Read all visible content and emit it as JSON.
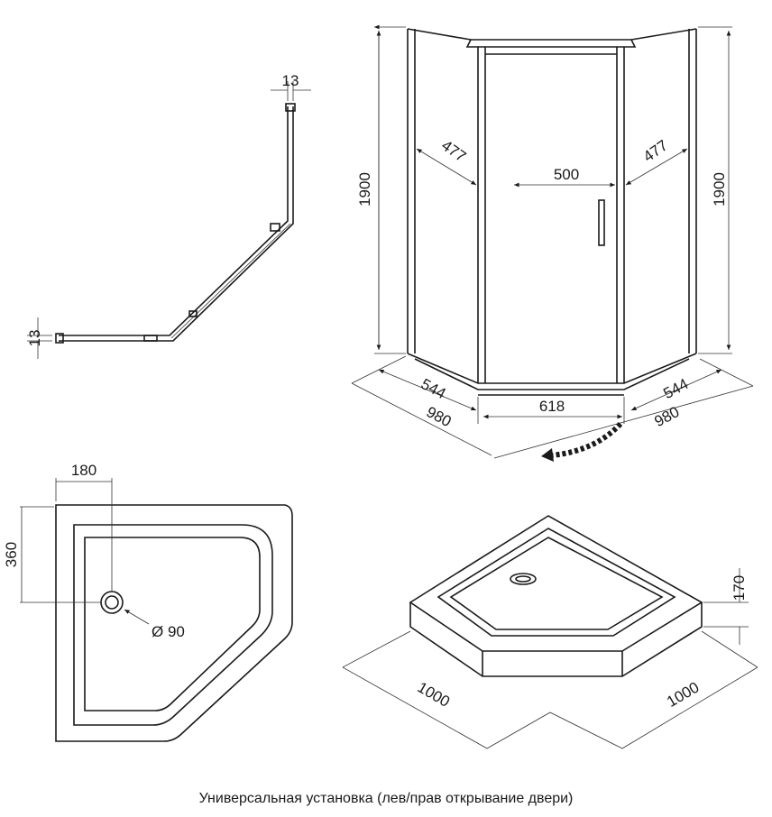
{
  "profile_plan": {
    "top_thickness": "13",
    "side_thickness": "13"
  },
  "enclosure": {
    "height_left": "1900",
    "height_right": "1900",
    "side_panel_left": "477",
    "door_width": "500",
    "side_panel_right": "477",
    "base_left": "544",
    "base_front": "618",
    "base_right": "544",
    "depth_left": "980",
    "depth_right": "980"
  },
  "tray_plan": {
    "drain_offset_x": "180",
    "drain_offset_y": "360",
    "drain_diameter": "Ø 90"
  },
  "tray_iso": {
    "height": "170",
    "side_left": "1000",
    "side_right": "1000"
  },
  "caption": "Универсальная установка (лев/прав открывание двери)"
}
